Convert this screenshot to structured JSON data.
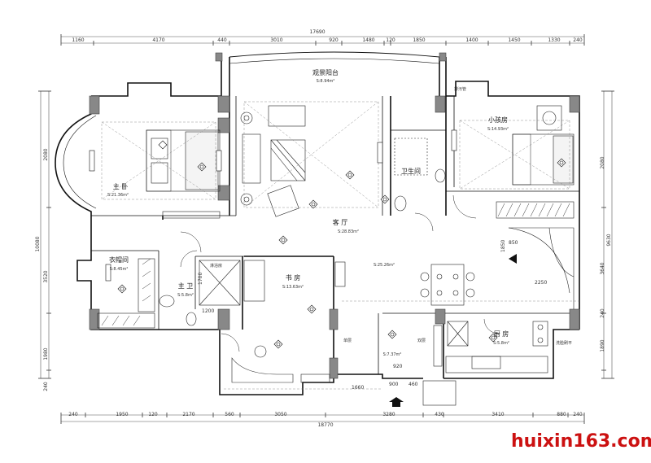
{
  "top_total": "17690",
  "top_dims": [
    "1160",
    "4170",
    "440",
    "3010",
    "920",
    "1480",
    "120",
    "1850",
    "1400",
    "1450",
    "1330",
    "240"
  ],
  "bottom_dims": [
    "240",
    "1950",
    "120",
    "2170",
    "560",
    "3050",
    "3280",
    "430",
    "3410",
    "880",
    "240"
  ],
  "bottom_total": "18770",
  "left_total": "10080",
  "left_dims": [
    "2080",
    "3520",
    "1980",
    "240"
  ],
  "right_total": "9630",
  "right_dims": [
    "2080",
    "3640",
    "1890",
    "240"
  ],
  "inner_dims": {
    "d1200": "1200",
    "d1700": "1700",
    "d1660": "1660",
    "d900": "900",
    "d460": "460",
    "d920": "920",
    "d2250": "2250",
    "d1850": "1850",
    "d850": "850"
  },
  "rooms": {
    "balcony": {
      "name": "观景阳台",
      "area": "S:8.94m²"
    },
    "master": {
      "name": "主  卧",
      "area": "S:21.36m²"
    },
    "living": {
      "name": "客  厅",
      "area": "S:28.83m²"
    },
    "dining": {
      "area": "S:25.26m²"
    },
    "bath": {
      "name": "卫生间"
    },
    "kid": {
      "name": "小孩房",
      "area": "S:14.93m²"
    },
    "closet": {
      "name": "衣帽间",
      "area": "S:8.45m²"
    },
    "master_bath": {
      "name": "主  卫",
      "area": "S:5.8m²"
    },
    "study": {
      "name": "书  房",
      "area": "S:13.63m²"
    },
    "kitchen": {
      "name": "厨  房",
      "area": "S:5.8m²"
    },
    "hall": {
      "area": "S:7.37m²"
    }
  },
  "labels": {
    "danceng": "单层",
    "shuangceng": "双层",
    "paifeng": "排污管",
    "xiyi": "洗脸刷平",
    "yushi": "淋浴房"
  },
  "watermark": "huixin163.com"
}
